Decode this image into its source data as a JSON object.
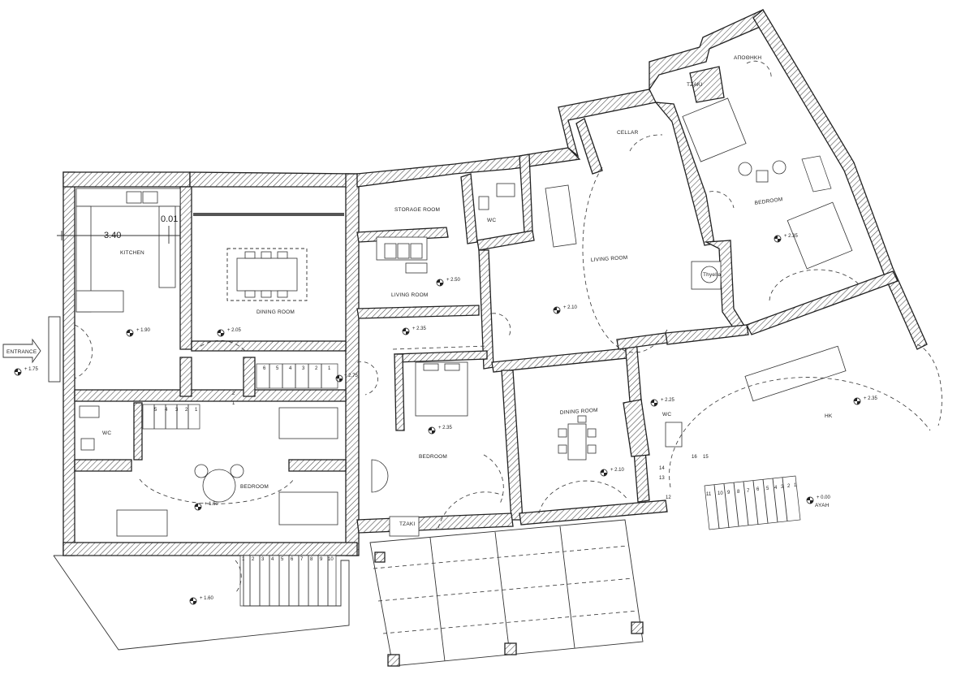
{
  "rooms": {
    "kitchen": "KITCHEN",
    "dining_room_1": "DINING ROOM",
    "storage_room": "STORAGE ROOM",
    "wc_1": "WC",
    "living_room_1": "LIVING ROOM",
    "living_room_2": "LIVING ROOM",
    "cellar": "CELLAR",
    "tzaki_1": "TZAKI",
    "apothiki": "ΑΠΟΘΗΚΗ",
    "bedroom_1": "BEDROOM",
    "bedroom_2": "BEDROOM",
    "bedroom_3": "BEDROOM",
    "dining_room_2": "DINING ROOM",
    "wc_2": "WC",
    "wc_3": "WC",
    "hk": "HK",
    "tzaki_2": "TZAKI",
    "thyella": "Thyella",
    "ayan": "AYAH"
  },
  "entrance": "ENTRANCE",
  "dimensions": {
    "kitchen_width": "3.40",
    "offset": "0.01"
  },
  "levels": {
    "entrance": "+ 1.75",
    "kitchen": "+ 1.90",
    "dining_1": "+ 2.05",
    "living_1": "+ 2.50",
    "hall": "+ 2.35",
    "stair_top": "+ 2.75",
    "living_2": "+ 2.10",
    "bedroom_3": "+ 2.35",
    "bedroom_2": "+ 2.35",
    "dining_2": "+ 2.10",
    "wc_3": "+ 2.25",
    "hk": "+ 2.35",
    "bedroom_1": "+ 1.60",
    "terrace": "+ 1.60",
    "ground": "+ 0.00"
  },
  "stairs": {
    "s1": [
      "5",
      "4",
      "3",
      "2",
      "1"
    ],
    "s2": [
      "6",
      "5",
      "4",
      "3",
      "2",
      "1"
    ],
    "s3": [
      "1",
      "2",
      "3",
      "4",
      "5",
      "6",
      "7",
      "8",
      "9",
      "10"
    ],
    "s4": [
      "11",
      "10",
      "9",
      "8",
      "7",
      "6",
      "5",
      "4",
      "3",
      "2",
      "1"
    ],
    "s5_top": "16",
    "s5_top2": "15",
    "s5_mid": "14",
    "s5_mid2": "13",
    "s5_low": "12",
    "landing_2": "2",
    "landing_1": "1"
  },
  "colors": {
    "line": "#222222",
    "hatch": "#444444",
    "paper": "#ffffff"
  }
}
